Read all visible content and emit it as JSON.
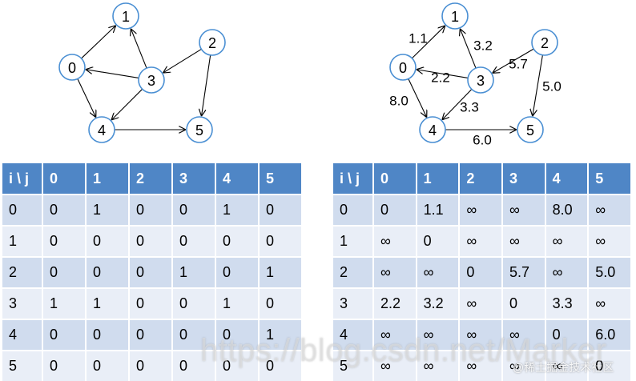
{
  "graph_unweighted": {
    "nodes": [
      {
        "id": "0",
        "label": "0"
      },
      {
        "id": "1",
        "label": "1"
      },
      {
        "id": "2",
        "label": "2"
      },
      {
        "id": "3",
        "label": "3"
      },
      {
        "id": "4",
        "label": "4"
      },
      {
        "id": "5",
        "label": "5"
      }
    ],
    "edges": [
      {
        "from": "0",
        "to": "1"
      },
      {
        "from": "0",
        "to": "4"
      },
      {
        "from": "3",
        "to": "1"
      },
      {
        "from": "3",
        "to": "0"
      },
      {
        "from": "3",
        "to": "4"
      },
      {
        "from": "2",
        "to": "3"
      },
      {
        "from": "2",
        "to": "5"
      },
      {
        "from": "4",
        "to": "5"
      }
    ]
  },
  "graph_weighted": {
    "nodes": [
      {
        "id": "0",
        "label": "0"
      },
      {
        "id": "1",
        "label": "1"
      },
      {
        "id": "2",
        "label": "2"
      },
      {
        "id": "3",
        "label": "3"
      },
      {
        "id": "4",
        "label": "4"
      },
      {
        "id": "5",
        "label": "5"
      }
    ],
    "edges": [
      {
        "from": "0",
        "to": "1",
        "weight": "1.1"
      },
      {
        "from": "0",
        "to": "4",
        "weight": "8.0"
      },
      {
        "from": "3",
        "to": "1",
        "weight": "3.2"
      },
      {
        "from": "3",
        "to": "0",
        "weight": "2.2"
      },
      {
        "from": "3",
        "to": "4",
        "weight": "3.3"
      },
      {
        "from": "2",
        "to": "3",
        "weight": "5.7"
      },
      {
        "from": "2",
        "to": "5",
        "weight": "5.0"
      },
      {
        "from": "4",
        "to": "5",
        "weight": "6.0"
      }
    ]
  },
  "adjacency_matrix": {
    "headers": [
      "i \\ j",
      "0",
      "1",
      "2",
      "3",
      "4",
      "5"
    ],
    "rows": [
      [
        "0",
        "0",
        "1",
        "0",
        "0",
        "1",
        "0"
      ],
      [
        "1",
        "0",
        "0",
        "0",
        "0",
        "0",
        "0"
      ],
      [
        "2",
        "0",
        "0",
        "0",
        "1",
        "0",
        "1"
      ],
      [
        "3",
        "1",
        "1",
        "0",
        "0",
        "1",
        "0"
      ],
      [
        "4",
        "0",
        "0",
        "0",
        "0",
        "0",
        "1"
      ],
      [
        "5",
        "0",
        "0",
        "0",
        "0",
        "0",
        "0"
      ]
    ]
  },
  "weight_matrix": {
    "headers": [
      "i \\ j",
      "0",
      "1",
      "2",
      "3",
      "4",
      "5"
    ],
    "rows": [
      [
        "0",
        "0",
        "1.1",
        "∞",
        "∞",
        "8.0",
        "∞"
      ],
      [
        "1",
        "∞",
        "0",
        "∞",
        "∞",
        "∞",
        "∞"
      ],
      [
        "2",
        "∞",
        "∞",
        "0",
        "5.7",
        "∞",
        "5.0"
      ],
      [
        "3",
        "2.2",
        "3.2",
        "∞",
        "0",
        "3.3",
        "∞"
      ],
      [
        "4",
        "∞",
        "∞",
        "∞",
        "∞",
        "0",
        "6.0"
      ],
      [
        "5",
        "∞",
        "∞",
        "∞",
        "∞",
        "∞",
        "0"
      ]
    ]
  },
  "watermark": {
    "url": "https://blog.csdn.net/Marker",
    "brand": "@稀土掘金技术社区"
  },
  "colors": {
    "header_bg": "#4f86c6",
    "row_odd": "#d0dcee",
    "row_even": "#e9eef7",
    "node_stroke": "#4a8fd3"
  }
}
